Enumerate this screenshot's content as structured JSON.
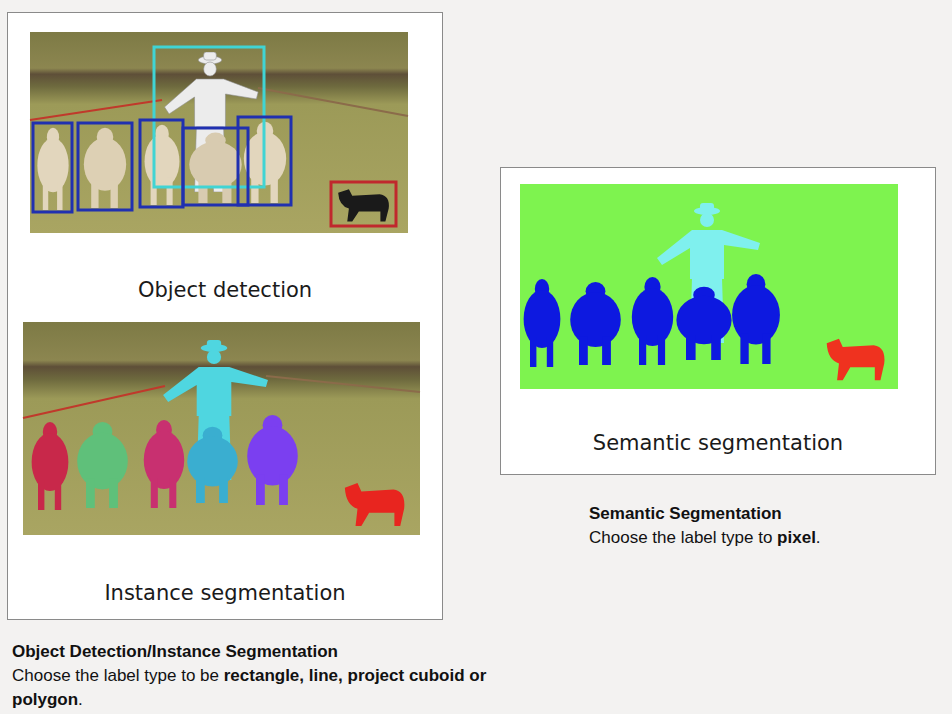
{
  "diagram": {
    "nodes": [
      {
        "text": [
          "Object detection",
          "Instance segmentation"
        ]
      },
      {
        "text": [
          "Semantic segmentation"
        ]
      }
    ],
    "labels": [
      "Object Detection/Instance Segmentation",
      "Choose the label type to be",
      "rectangle, line, project cuboid or polygon",
      ".",
      "Semantic Segmentation",
      "Choose the label type to",
      "pixel",
      "."
    ]
  }
}
